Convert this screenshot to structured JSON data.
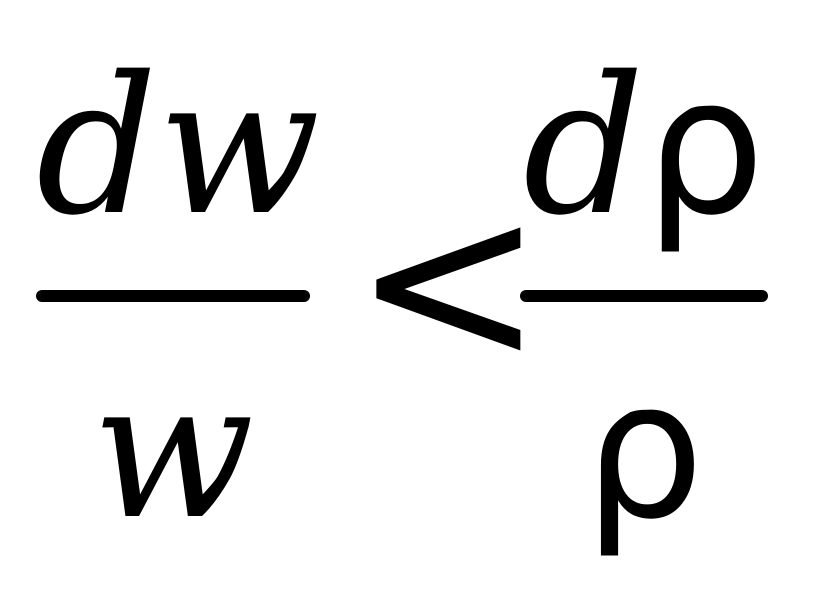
{
  "formula": {
    "left": {
      "numerator": {
        "d": "d",
        "var": "w"
      },
      "denominator": {
        "var": "w"
      }
    },
    "relation": "<",
    "right": {
      "numerator": {
        "d": "d",
        "var": "ρ"
      },
      "denominator": {
        "var": "ρ"
      }
    }
  }
}
